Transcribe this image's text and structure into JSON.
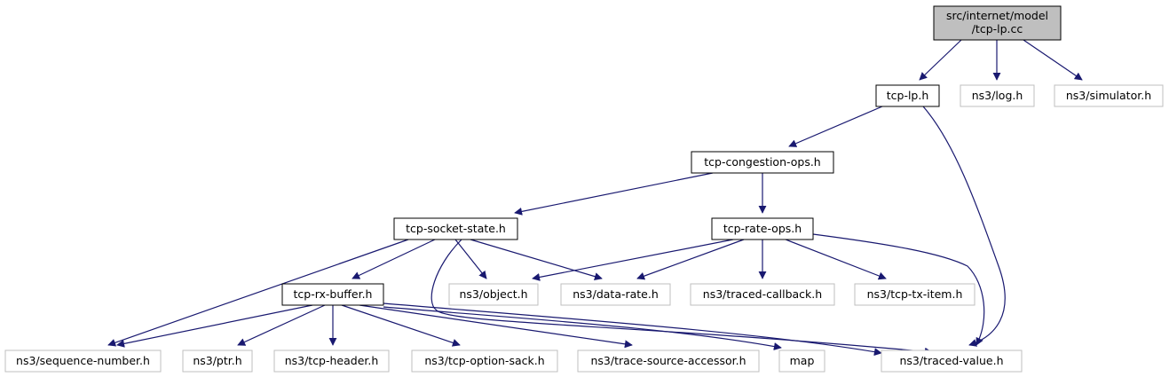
{
  "graph": {
    "nodes": [
      {
        "id": "root",
        "label": "src/internet/model/tcp-lp.cc",
        "lines": [
          "src/internet/model",
          "/tcp-lp.cc"
        ],
        "style": "root"
      },
      {
        "id": "tcp_lp_h",
        "label": "tcp-lp.h",
        "style": "local"
      },
      {
        "id": "log_h",
        "label": "ns3/log.h",
        "style": "external"
      },
      {
        "id": "simulator_h",
        "label": "ns3/simulator.h",
        "style": "external"
      },
      {
        "id": "cong_ops",
        "label": "tcp-congestion-ops.h",
        "style": "local"
      },
      {
        "id": "sock_state",
        "label": "tcp-socket-state.h",
        "style": "local"
      },
      {
        "id": "rate_ops",
        "label": "tcp-rate-ops.h",
        "style": "local"
      },
      {
        "id": "rx_buffer",
        "label": "tcp-rx-buffer.h",
        "style": "local"
      },
      {
        "id": "object_h",
        "label": "ns3/object.h",
        "style": "external"
      },
      {
        "id": "data_rate",
        "label": "ns3/data-rate.h",
        "style": "external"
      },
      {
        "id": "traced_cb",
        "label": "ns3/traced-callback.h",
        "style": "external"
      },
      {
        "id": "tx_item",
        "label": "ns3/tcp-tx-item.h",
        "style": "external"
      },
      {
        "id": "seq_num",
        "label": "ns3/sequence-number.h",
        "style": "external"
      },
      {
        "id": "ptr_h",
        "label": "ns3/ptr.h",
        "style": "external"
      },
      {
        "id": "tcp_header",
        "label": "ns3/tcp-header.h",
        "style": "external"
      },
      {
        "id": "opt_sack",
        "label": "ns3/tcp-option-sack.h",
        "style": "external"
      },
      {
        "id": "trace_src",
        "label": "ns3/trace-source-accessor.h",
        "style": "external"
      },
      {
        "id": "map",
        "label": "map",
        "style": "external"
      },
      {
        "id": "traced_val",
        "label": "ns3/traced-value.h",
        "style": "external"
      }
    ],
    "edges": [
      [
        "root",
        "tcp_lp_h"
      ],
      [
        "root",
        "log_h"
      ],
      [
        "root",
        "simulator_h"
      ],
      [
        "tcp_lp_h",
        "cong_ops"
      ],
      [
        "tcp_lp_h",
        "traced_val"
      ],
      [
        "cong_ops",
        "sock_state"
      ],
      [
        "cong_ops",
        "rate_ops"
      ],
      [
        "sock_state",
        "seq_num"
      ],
      [
        "sock_state",
        "rx_buffer"
      ],
      [
        "sock_state",
        "object_h"
      ],
      [
        "sock_state",
        "data_rate"
      ],
      [
        "sock_state",
        "traced_val"
      ],
      [
        "rate_ops",
        "object_h"
      ],
      [
        "rate_ops",
        "data_rate"
      ],
      [
        "rate_ops",
        "traced_cb"
      ],
      [
        "rate_ops",
        "tx_item"
      ],
      [
        "rate_ops",
        "traced_val"
      ],
      [
        "rx_buffer",
        "seq_num"
      ],
      [
        "rx_buffer",
        "ptr_h"
      ],
      [
        "rx_buffer",
        "tcp_header"
      ],
      [
        "rx_buffer",
        "opt_sack"
      ],
      [
        "rx_buffer",
        "trace_src"
      ],
      [
        "rx_buffer",
        "map"
      ],
      [
        "rx_buffer",
        "traced_val"
      ]
    ]
  },
  "colors": {
    "edge": "#191970",
    "root_fill": "#bfbfbf",
    "local_border": "#000000",
    "external_border": "#bfbfbf",
    "text": "#000000"
  }
}
